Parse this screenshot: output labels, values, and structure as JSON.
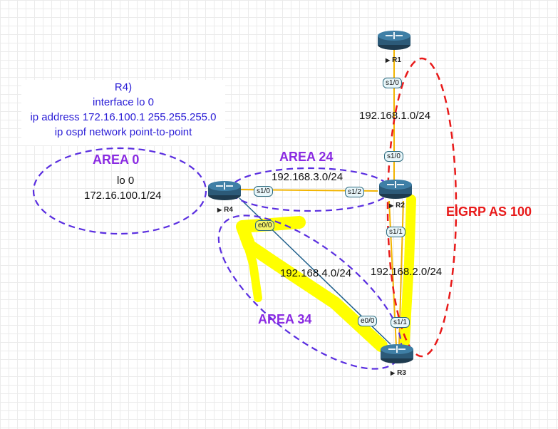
{
  "note": {
    "lines": [
      "R4)",
      "interface lo 0",
      "ip address 172.16.100.1 255.255.255.0",
      "ip ospf network point-to-point"
    ]
  },
  "areas": {
    "area0": "AREA 0",
    "area24": "AREA 24",
    "area34": "AREA 34"
  },
  "eigrp": "EIGRP AS 100",
  "loopback": {
    "name": "lo 0",
    "address": "172.16.100.1/24"
  },
  "networks": {
    "r1_r2": "192.168.1.0/24",
    "r4_r2": "192.168.3.0/24",
    "r4_r3": "192.168.4.0/24",
    "r2_r3": "192.168.2.0/24"
  },
  "routers": {
    "r1": "R1",
    "r2": "R2",
    "r3": "R3",
    "r4": "R4"
  },
  "interfaces": {
    "r1_s10": "s1/0",
    "r2_s10": "s1/0",
    "r2_s12": "s1/2",
    "r2_s11": "s1/1",
    "r3_s11": "s1/1",
    "r3_e00": "e0/0",
    "r4_s10": "s1/0",
    "r4_e00": "e0/0"
  },
  "colors": {
    "link": "#f2b400",
    "ethernet": "#1f5f8b",
    "ospf_area": "#5a2ee0",
    "eigrp": "#e81a1a",
    "highlight": "#ffff00"
  }
}
